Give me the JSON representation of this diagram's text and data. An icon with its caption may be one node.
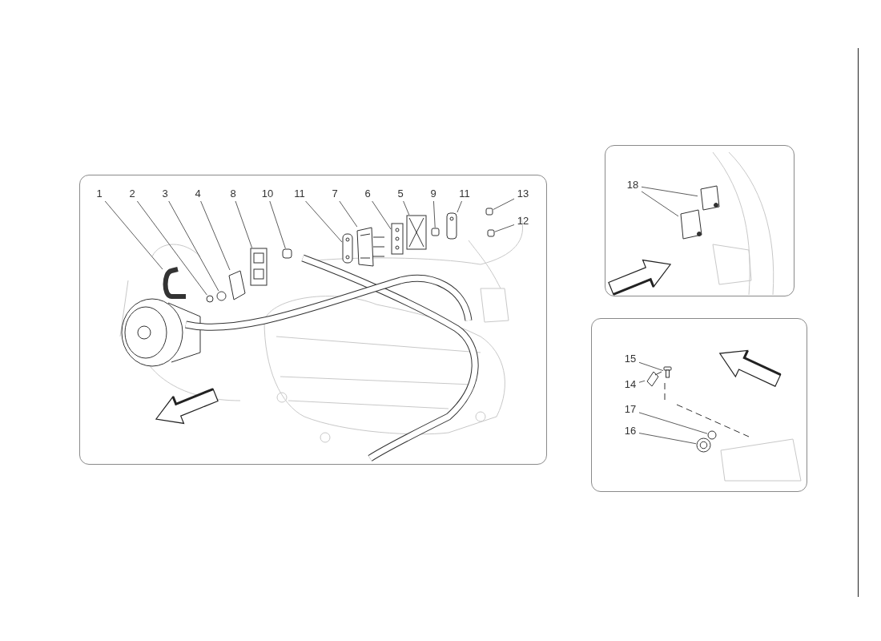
{
  "diagram": {
    "nodes": [
      {
        "text": [],
        "shape": "box"
      },
      {
        "text": [],
        "shape": "box"
      },
      {
        "text": [],
        "shape": "box"
      },
      {
        "text": [
          "1"
        ],
        "in": 0
      },
      {
        "text": [
          "2"
        ],
        "in": 0
      },
      {
        "text": [
          "3"
        ],
        "in": 0
      },
      {
        "text": [
          "4"
        ],
        "in": 0
      },
      {
        "text": [
          "8"
        ],
        "in": 0
      },
      {
        "text": [
          "10"
        ],
        "in": 0
      },
      {
        "text": [
          "11"
        ],
        "in": 0
      },
      {
        "text": [
          "7"
        ],
        "in": 0
      },
      {
        "text": [
          "6"
        ],
        "in": 0
      },
      {
        "text": [
          "5"
        ],
        "in": 0
      },
      {
        "text": [
          "9"
        ],
        "in": 0
      },
      {
        "text": [
          "11"
        ],
        "in": 0
      },
      {
        "text": [
          "13"
        ],
        "in": 0
      },
      {
        "text": [
          "12"
        ],
        "in": 0
      },
      {
        "text": [
          "18"
        ],
        "in": 1
      },
      {
        "text": [
          "15"
        ],
        "in": 2
      },
      {
        "text": [
          "14"
        ],
        "in": 2
      },
      {
        "text": [
          "17"
        ],
        "in": 2
      },
      {
        "text": [
          "16"
        ],
        "in": 2
      },
      {
        "text": [],
        "shape": "picture",
        "in": 0
      },
      {
        "text": [],
        "shape": "circle",
        "in": 0
      },
      {
        "text": [],
        "shape": "circle",
        "in": 0
      },
      {
        "text": [],
        "shape": "picture",
        "in": 0
      },
      {
        "text": [],
        "shape": "picture",
        "in": 0
      },
      {
        "text": [],
        "shape": "box",
        "in": 0
      },
      {
        "text": [],
        "shape": "picture",
        "in": 0
      },
      {
        "text": [],
        "shape": "box",
        "in": 0
      },
      {
        "text": [],
        "shape": "picture",
        "in": 0
      },
      {
        "text": [],
        "shape": "picture",
        "in": 0
      },
      {
        "text": [],
        "shape": "box",
        "in": 0
      },
      {
        "text": [],
        "shape": "picture",
        "in": 0
      },
      {
        "text": [],
        "shape": "box",
        "in": 0
      },
      {
        "text": [],
        "shape": "box",
        "in": 0
      },
      {
        "text": [],
        "shape": "picture",
        "in": 1
      },
      {
        "text": [],
        "shape": "picture",
        "in": 1
      },
      {
        "text": [],
        "shape": "picture",
        "in": 2
      },
      {
        "text": [],
        "shape": "picture",
        "in": 2
      },
      {
        "text": [],
        "shape": "circle",
        "in": 2
      },
      {
        "text": [],
        "shape": "picture",
        "in": 2
      }
    ],
    "edges": [
      {
        "from": 3,
        "to": 22,
        "arrow": "none"
      },
      {
        "from": 4,
        "to": 23,
        "arrow": "none"
      },
      {
        "from": 5,
        "to": 24,
        "arrow": "none"
      },
      {
        "from": 6,
        "to": 25,
        "arrow": "none"
      },
      {
        "from": 7,
        "to": 26,
        "arrow": "none"
      },
      {
        "from": 8,
        "to": 27,
        "arrow": "none"
      },
      {
        "from": 9,
        "to": 28,
        "arrow": "none"
      },
      {
        "from": 10,
        "to": 29,
        "arrow": "none"
      },
      {
        "from": 11,
        "to": 30,
        "arrow": "none"
      },
      {
        "from": 12,
        "to": 31,
        "arrow": "none"
      },
      {
        "from": 13,
        "to": 32,
        "arrow": "none"
      },
      {
        "from": 14,
        "to": 33,
        "arrow": "none"
      },
      {
        "from": 15,
        "to": 34,
        "arrow": "none"
      },
      {
        "from": 16,
        "to": 35,
        "arrow": "none"
      },
      {
        "from": 17,
        "to": 36,
        "arrow": "none"
      },
      {
        "from": 17,
        "to": 37,
        "arrow": "none"
      },
      {
        "from": 18,
        "to": 38,
        "arrow": "none"
      },
      {
        "from": 19,
        "to": 39,
        "arrow": "none"
      },
      {
        "from": 20,
        "to": 40,
        "arrow": "none"
      },
      {
        "from": 21,
        "to": 41,
        "arrow": "none"
      }
    ]
  }
}
